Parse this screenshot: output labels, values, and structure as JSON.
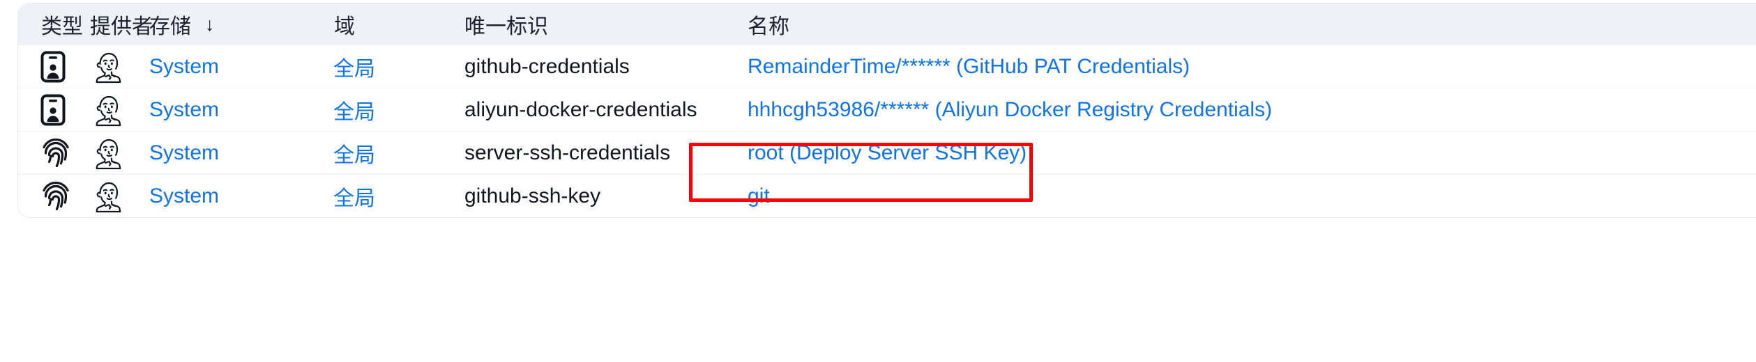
{
  "table": {
    "headers": [
      {
        "label": "类型",
        "icon": "",
        "sort": ""
      },
      {
        "label": "提供者",
        "icon": "",
        "sort": ""
      },
      {
        "label": "存储",
        "icon": "",
        "sort": "↓"
      },
      {
        "label": "域",
        "icon": "",
        "sort": ""
      },
      {
        "label": "唯一标识",
        "icon": "",
        "sort": ""
      },
      {
        "label": "名称",
        "icon": "",
        "sort": ""
      }
    ],
    "rows": [
      {
        "type_icon": "id-badge-icon",
        "provider_icon": "jenkins-butler-icon",
        "store": "System",
        "domain": "全局",
        "id": "github-credentials",
        "name": "RemainderTime/****** (GitHub PAT Credentials)"
      },
      {
        "type_icon": "id-badge-icon",
        "provider_icon": "jenkins-butler-icon",
        "store": "System",
        "domain": "全局",
        "id": "aliyun-docker-credentials",
        "name": "hhhcgh53986/****** (Aliyun Docker Registry Credentials)"
      },
      {
        "type_icon": "fingerprint-icon",
        "provider_icon": "jenkins-butler-icon",
        "store": "System",
        "domain": "全局",
        "id": "server-ssh-credentials",
        "name": "root (Deploy Server SSH Key)"
      },
      {
        "type_icon": "fingerprint-icon",
        "provider_icon": "jenkins-butler-icon",
        "store": "System",
        "domain": "全局",
        "id": "github-ssh-key",
        "name": "git"
      }
    ]
  },
  "annotation": {
    "target": "aliyun-docker-credentials",
    "color": "#f50505"
  },
  "colors": {
    "link": "#1074e8",
    "header_bg": "#eef1f6",
    "row_bg": "#ffffff",
    "text": "#11161f",
    "row_divider": "#eef1f6",
    "highlight": "#f50505"
  }
}
